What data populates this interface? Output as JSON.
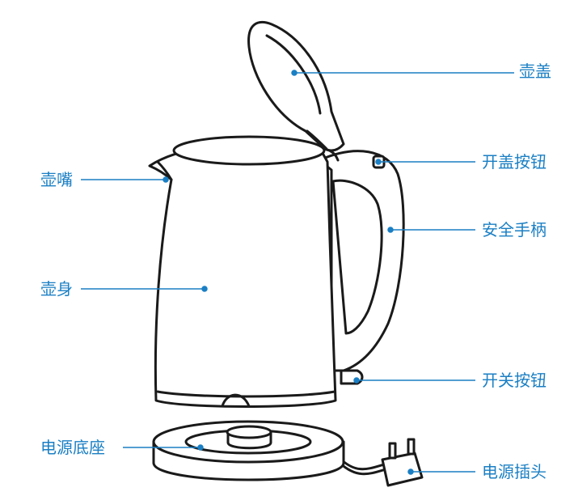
{
  "colors": {
    "line": "#1a1a1a",
    "leader": "#1a7fc4",
    "label": "#1a7fc4"
  },
  "labels": {
    "lid": "壶盖",
    "lid_button": "开盖按钮",
    "handle": "安全手柄",
    "spout": "壶嘴",
    "body": "壶身",
    "switch": "开关按钮",
    "base": "电源底座",
    "plug": "电源插头"
  }
}
